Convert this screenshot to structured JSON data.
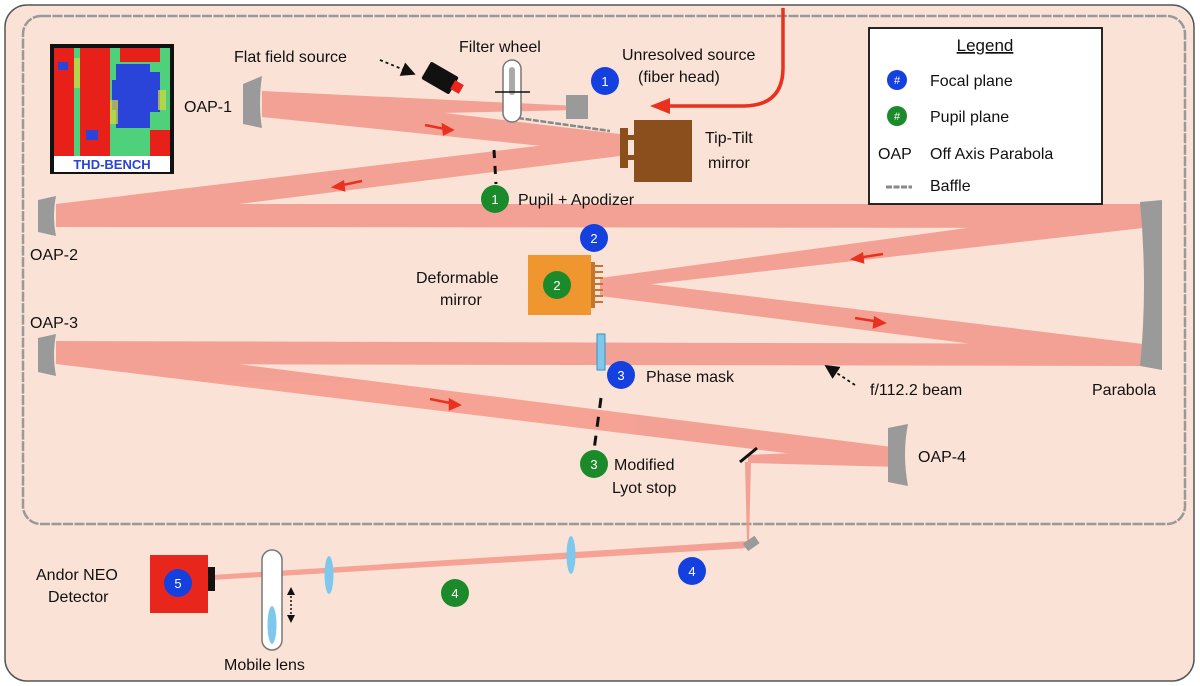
{
  "colors": {
    "background": "#fae3d6",
    "beam": "#f4968a",
    "fiber": "#e8321f",
    "focal_marker": "#1540e0",
    "pupil_marker": "#1b8a2a",
    "mirror": "#9a9a9a",
    "tiptilt": "#8a4f1d",
    "deformable": "#f0962e",
    "detector": "#e8261c",
    "lens": "#7ec8ee",
    "baffle": "#888888"
  },
  "logo": {
    "caption": "THD-BENCH"
  },
  "labels": {
    "flat_field_source": "Flat field source",
    "filter_wheel": "Filter wheel",
    "unresolved_source_1": "Unresolved source",
    "unresolved_source_2": "(fiber head)",
    "oap1": "OAP-1",
    "oap2": "OAP-2",
    "oap3": "OAP-3",
    "oap4": "OAP-4",
    "tiptilt_1": "Tip-Tilt",
    "tiptilt_2": "mirror",
    "pupil_apodizer": "Pupil + Apodizer",
    "deformable_1": "Deformable",
    "deformable_2": "mirror",
    "phase_mask": "Phase mask",
    "beam_label": "f/112.2 beam",
    "parabola": "Parabola",
    "lyot_1": "Modified",
    "lyot_2": "Lyot stop",
    "detector_1": "Andor NEO",
    "detector_2": "Detector",
    "mobile_lens": "Mobile lens"
  },
  "legend": {
    "title": "Legend",
    "focal_symbol": "#",
    "focal_label": "Focal plane",
    "pupil_symbol": "#",
    "pupil_label": "Pupil plane",
    "oap_abbr": "OAP",
    "oap_label": "Off Axis Parabola",
    "baffle_label": "Baffle"
  },
  "markers": {
    "focal_1": "1",
    "focal_2": "2",
    "focal_3": "3",
    "focal_4": "4",
    "focal_5": "5",
    "pupil_1": "1",
    "pupil_2": "2",
    "pupil_3": "3",
    "pupil_4": "4"
  }
}
